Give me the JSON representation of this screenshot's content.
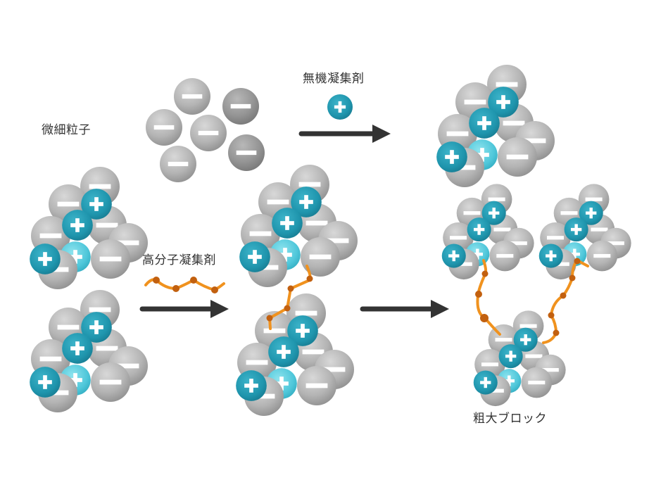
{
  "diagram": {
    "title": "Coagulation process diagram",
    "labels": {
      "fine_particles": "微細粒子",
      "inorganic_coagulant": "無機凝集剤",
      "polymer_coagulant": "高分子凝集剤",
      "coarse_block": "粗大ブロック"
    },
    "signs": {
      "positive": "+",
      "negative": "−"
    },
    "colors": {
      "negative_particle_light": "#d0d0d0",
      "negative_particle_dark": "#8a8a8a",
      "positive_particle": "#1f95ad",
      "positive_particle_light": "#5cd0e0",
      "polymer_chain": "#f0921e",
      "polymer_node": "#c2600f",
      "arrow": "#333333",
      "text": "#333333"
    },
    "stages": [
      {
        "id": "fine-particles",
        "description": "6 dispersed negatively charged particles"
      },
      {
        "id": "inorganic-coagulation",
        "description": "Adding inorganic coagulant (+) forms floc"
      },
      {
        "id": "microflocs",
        "description": "Two microflocs before polymer coagulant"
      },
      {
        "id": "polymer-bridging",
        "description": "Polymer coagulant bridges flocs"
      },
      {
        "id": "coarse-block",
        "description": "Flocs bridged into coarse block"
      }
    ]
  }
}
